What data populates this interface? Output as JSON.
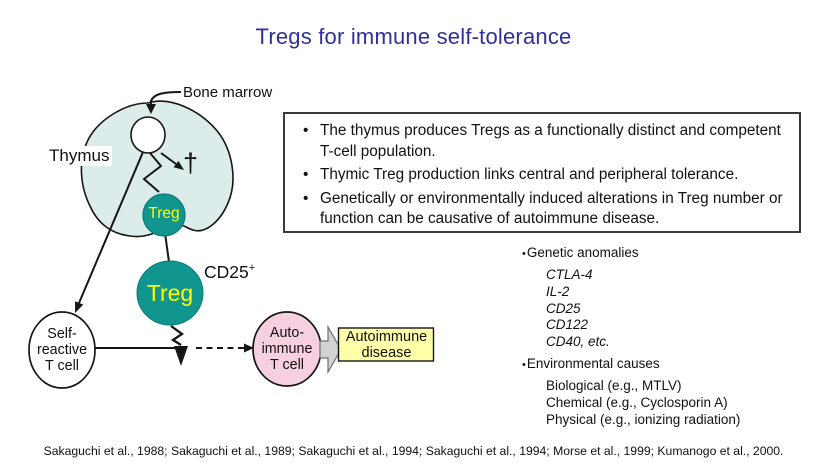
{
  "title": "Tregs for immune self-tolerance",
  "diagram": {
    "bone_marrow_label": "Bone marrow",
    "thymus_label": "Thymus",
    "dagger_symbol": "†",
    "treg_small_label": "Treg",
    "treg_large_label": "Treg",
    "cd25_label": "CD25",
    "cd25_sup": "+",
    "self_reactive_cell_lines": [
      "Self-",
      "reactive",
      "T cell"
    ],
    "autoimmune_cell_lines": [
      "Auto-",
      "immune",
      "T cell"
    ],
    "disease_box_label": "Autoimmune disease"
  },
  "key_points": {
    "bullets": [
      "The thymus produces Tregs as a functionally distinct and competent T-cell population.",
      "Thymic Treg production links central and peripheral tolerance.",
      "Genetically or environmentally induced alterations in Treg number or function can be causative of autoimmune disease."
    ]
  },
  "factors": {
    "genetic": {
      "label": "Genetic anomalies",
      "items": [
        "CTLA-4",
        "IL-2",
        "CD25",
        "CD122",
        "CD40, etc."
      ]
    },
    "environmental": {
      "label": "Environmental causes",
      "items": [
        "Biological (e.g., MTLV)",
        "Chemical (e.g., Cyclosporin A)",
        "Physical (e.g., ionizing radiation)"
      ]
    }
  },
  "citation": "Sakaguchi et al., 1988; Sakaguchi et al., 1989; Sakaguchi et al., 1994; Sakaguchi et al., 1994; Morse et al., 1999; Kumanogo et al., 2000.",
  "colors": {
    "title_text": "#30309c",
    "thymus_fill": "#dbeceb",
    "treg_fill": "#11968f",
    "treg_text": "#ffff00",
    "autoimmune_cell_fill": "#f6d0e0",
    "disease_box_fill": "#ffffa9",
    "block_arrow_fill": "#d2d2d2"
  }
}
